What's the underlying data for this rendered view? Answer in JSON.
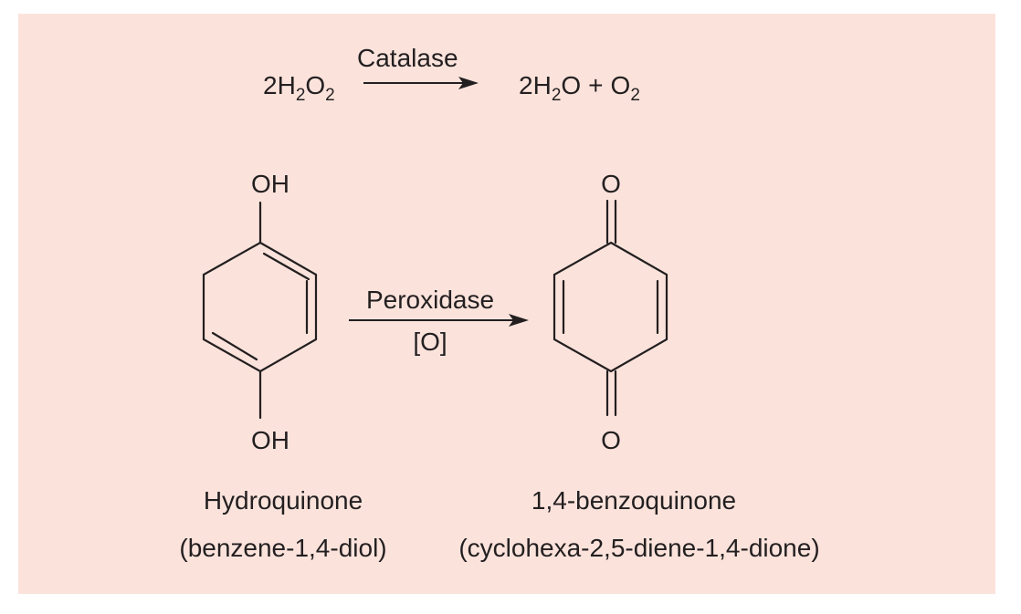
{
  "colors": {
    "panel_background": "#fbe3dc",
    "ink": "#231f20"
  },
  "reaction1": {
    "reactant_coefficient": "2",
    "reactant_element_1": "H",
    "reactant_count_1": "2",
    "reactant_element_2": "O",
    "reactant_count_2": "2",
    "enzyme": "Catalase",
    "product1_coefficient": "2",
    "product1_element_1": "H",
    "product1_count_1": "2",
    "product1_element_2": "O",
    "plus": "+",
    "product2_element": "O",
    "product2_count": "2"
  },
  "reaction2": {
    "enzyme": "Peroxidase",
    "oxidant": "[O]",
    "reactant": {
      "top_group": "OH",
      "bottom_group": "OH",
      "name": "Hydroquinone",
      "systematic_name": "(benzene-1,4-diol)"
    },
    "product": {
      "top_atom": "O",
      "bottom_atom": "O",
      "name": "1,4-benzoquinone",
      "systematic_name": "(cyclohexa-2,5-diene-1,4-dione)"
    }
  }
}
